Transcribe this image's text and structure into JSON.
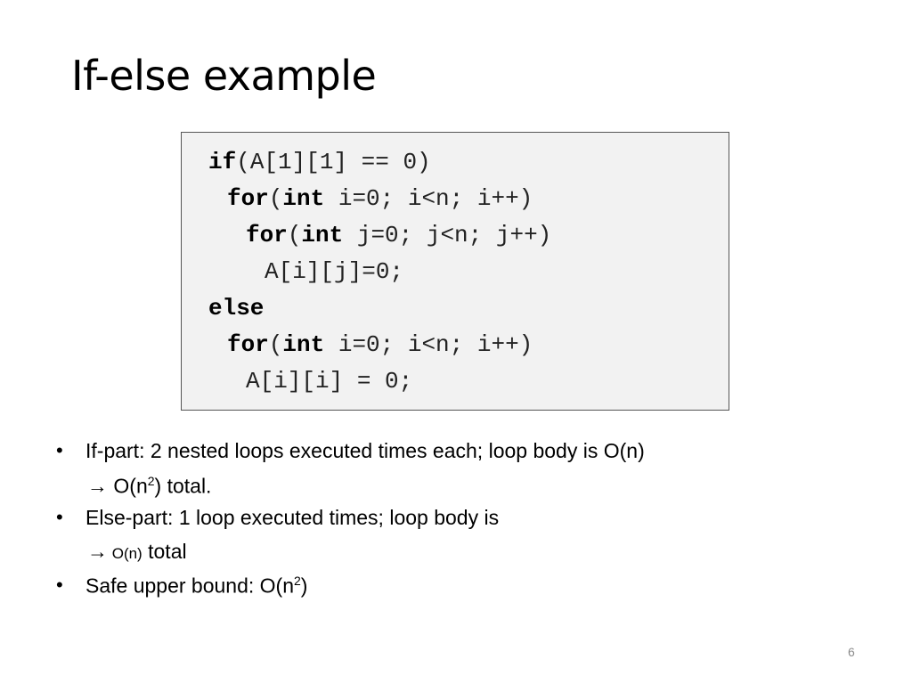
{
  "slide": {
    "title": "If-else example",
    "page_number": "6"
  },
  "code": {
    "lines": [
      {
        "kw1": "if",
        "rest1": "(A[1][1] == 0)"
      },
      {
        "kw1": "for",
        "mid": "(",
        "kw2": "int",
        "rest2": " i=0; i<n; i++)"
      },
      {
        "kw1": "for",
        "mid": "(",
        "kw2": "int",
        "rest2": " j=0; j<n; j++)"
      },
      {
        "rest1": "A[i][j]=0;"
      },
      {
        "kw1": "else"
      },
      {
        "kw1": "for",
        "mid": "(",
        "kw2": "int",
        "rest2": " i=0; i<n; i++)"
      },
      {
        "rest1": "A[i][i] = 0;"
      }
    ]
  },
  "bullets": [
    {
      "line1": "If-part: 2 nested loops executed times each; loop body is O(n)",
      "arrow": "→",
      "line2_a": " O(n",
      "line2_sup": "2",
      "line2_b": ") total."
    },
    {
      "line1": "Else-part: 1 loop executed  times; loop body is",
      "arrow": "→",
      "line2_small": " O(n)",
      "line2_b": "  total"
    },
    {
      "line1_a": "Safe upper bound: O(n",
      "line1_sup": "2",
      "line1_b": ")"
    }
  ],
  "bullet_symbol": "•"
}
